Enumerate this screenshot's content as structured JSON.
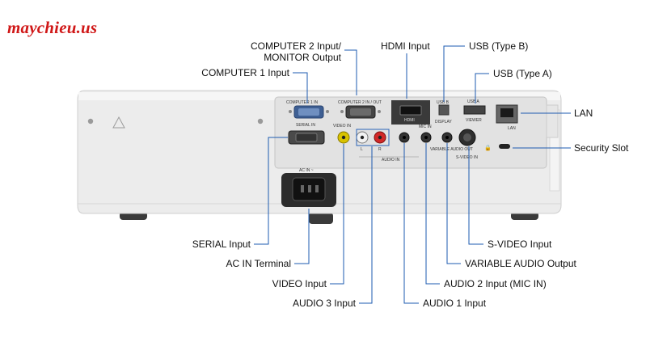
{
  "watermark": "maychieu.us",
  "callouts": {
    "computer2_line1": "COMPUTER 2 Input/",
    "computer2_line2": "MONITOR Output",
    "computer1": "COMPUTER 1 Input",
    "hdmi": "HDMI Input",
    "usb_b": "USB (Type B)",
    "usb_a": "USB (Type A)",
    "lan": "LAN",
    "security": "Security Slot",
    "serial": "SERIAL Input",
    "ac_in": "AC IN Terminal",
    "video": "VIDEO Input",
    "audio3": "AUDIO 3 Input",
    "audio1": "AUDIO 1 Input",
    "audio2": "AUDIO 2 Input (MIC IN)",
    "variable_audio": "VARIABLE AUDIO Output",
    "svideo": "S-VIDEO Input"
  },
  "panel_labels": {
    "computer1_in": "COMPUTER 1 IN",
    "computer2_in_out": "COMPUTER 2 IN / OUT",
    "serial_in": "SERIAL IN",
    "video_in": "VIDEO IN",
    "hdmi": "HDMI",
    "usb_b": "USB B",
    "display": "DISPLAY",
    "usb_a": "USB A",
    "viewer": "VIEWER",
    "lan": "LAN",
    "mic_in": "MIC IN",
    "variable_audio_out": "VARIABLE AUDIO OUT",
    "svideo_in": "S-VIDEO IN",
    "audio_in": "AUDIO IN",
    "ac_in": "AC IN ~",
    "left": "L",
    "right": "R"
  },
  "colors": {
    "callout_line": "#1e5bb0",
    "brand": "#d01818"
  }
}
